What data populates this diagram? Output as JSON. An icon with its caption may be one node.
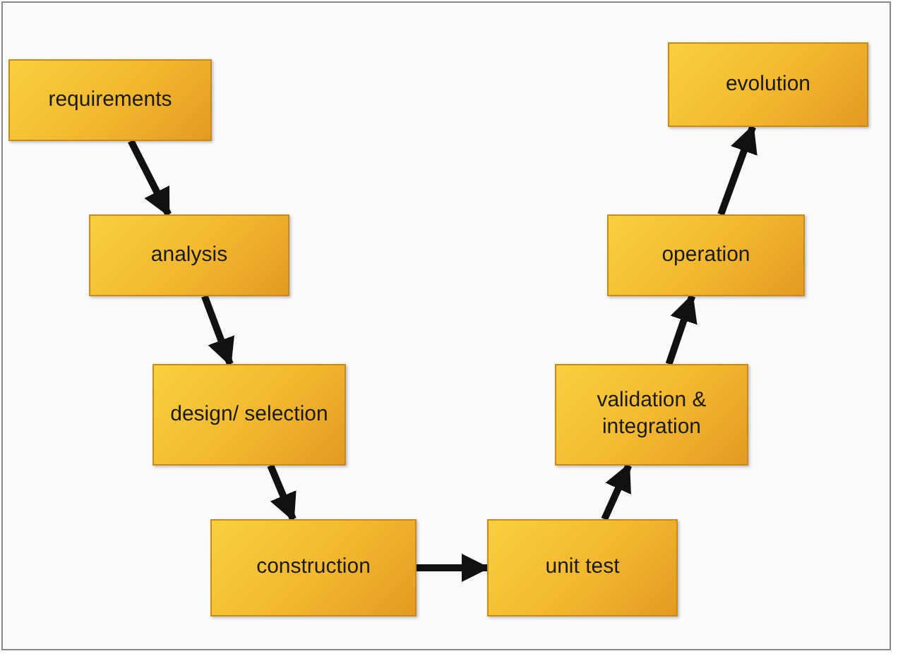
{
  "diagram": {
    "nodes": [
      {
        "text": [
          "requirements"
        ]
      },
      {
        "text": [
          "analysis"
        ]
      },
      {
        "text": [
          "design/ selection"
        ]
      },
      {
        "text": [
          "construction"
        ]
      },
      {
        "text": [
          "unit test"
        ]
      },
      {
        "text": [
          "validation & integration"
        ]
      },
      {
        "text": [
          "operation"
        ]
      },
      {
        "text": [
          "evolution"
        ]
      }
    ],
    "edges": [
      {
        "from": 0,
        "to": 1,
        "arrow": "to"
      },
      {
        "from": 1,
        "to": 2,
        "arrow": "to"
      },
      {
        "from": 2,
        "to": 3,
        "arrow": "to"
      },
      {
        "from": 3,
        "to": 4,
        "arrow": "to"
      },
      {
        "from": 4,
        "to": 5,
        "arrow": "to"
      },
      {
        "from": 5,
        "to": 6,
        "arrow": "to"
      },
      {
        "from": 6,
        "to": 7,
        "arrow": "to"
      }
    ]
  }
}
